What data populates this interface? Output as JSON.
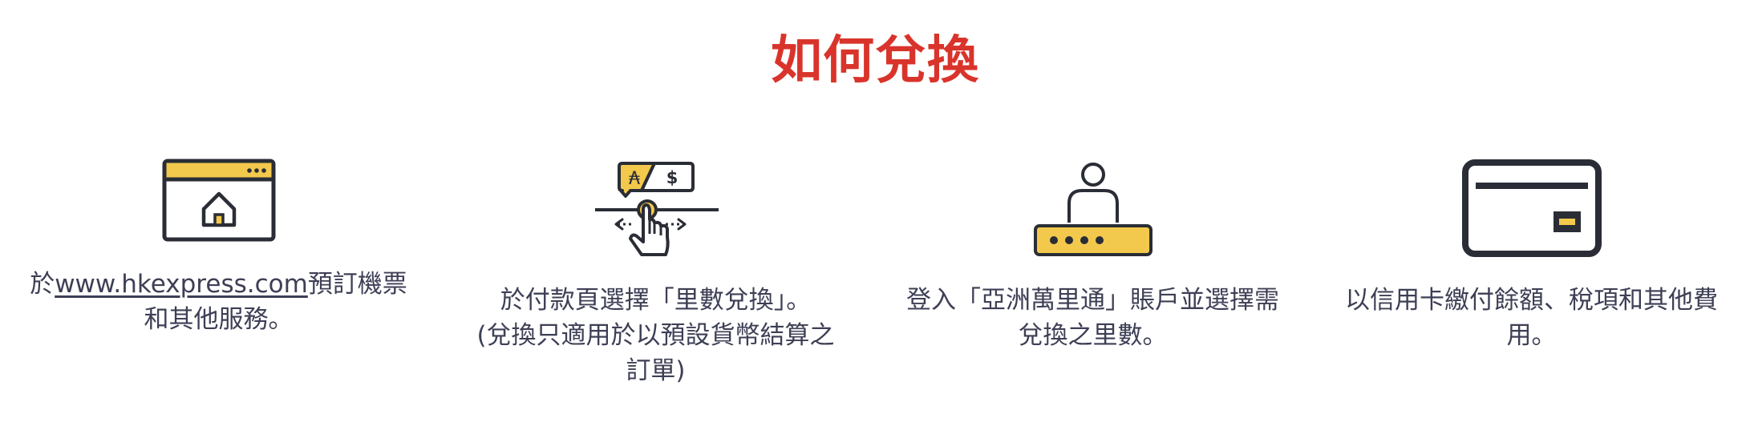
{
  "page": {
    "title": "如何兌換",
    "title_color": "#d9342b",
    "accent_color": "#f2c94c",
    "icon_stroke_color": "#2a2d35"
  },
  "steps": [
    {
      "icon": "browser-home-icon",
      "text_prefix": "於",
      "link_text": "www.hkexpress.com",
      "text_suffix": "預訂機票",
      "line2": "和其他服務。"
    },
    {
      "icon": "currency-slider-tap-icon",
      "icon_labels": {
        "left": "₳",
        "right": "$"
      },
      "line1": "於付款頁選擇「里數兌換」。",
      "line2": "(兌換只適用於以預設貨幣結算之",
      "line3": "訂單)"
    },
    {
      "icon": "user-login-password-icon",
      "line1": "登入「亞洲萬里通」賬戶並選擇需",
      "line2": "兌換之里數。"
    },
    {
      "icon": "credit-card-icon",
      "line1": "以信用卡繳付餘額、稅項和其他費",
      "line2": "用。"
    }
  ]
}
